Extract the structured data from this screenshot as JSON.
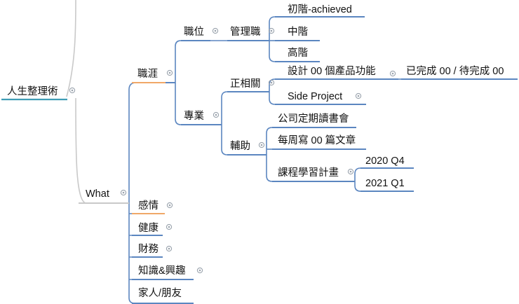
{
  "mindmap": {
    "root": {
      "label": "人生整理術"
    },
    "what": {
      "label": "What"
    },
    "career": {
      "label": "職涯"
    },
    "position": {
      "label": "職位"
    },
    "management": {
      "label": "管理職"
    },
    "level_junior": {
      "label": "初階-achieved"
    },
    "level_mid": {
      "label": "中階"
    },
    "level_senior": {
      "label": "高階"
    },
    "expertise": {
      "label": "專業"
    },
    "related": {
      "label": "正相關"
    },
    "design_products": {
      "label": "設計 00 個產品功能"
    },
    "design_status": {
      "label": "已完成 00 / 待完成 00"
    },
    "side_project": {
      "label": "Side Project"
    },
    "auxiliary": {
      "label": "輔助"
    },
    "reading_club": {
      "label": "公司定期讀書會"
    },
    "weekly_articles": {
      "label": "每周寫 00 篇文章"
    },
    "course_plan": {
      "label": "課程學習計畫"
    },
    "q4_2020": {
      "label": "2020 Q4"
    },
    "q1_2021": {
      "label": "2021 Q1"
    },
    "emotion": {
      "label": "感情"
    },
    "health": {
      "label": "健康"
    },
    "finance": {
      "label": "財務"
    },
    "knowledge": {
      "label": "知識&興趣"
    },
    "family": {
      "label": "家人/朋友"
    }
  },
  "colors": {
    "link": "#5b86c0",
    "root_link": "#c9c9c9",
    "root_underline": "#3f9db5",
    "highlight_underline": "#f0a868",
    "toggle": "#9aa3ad"
  }
}
